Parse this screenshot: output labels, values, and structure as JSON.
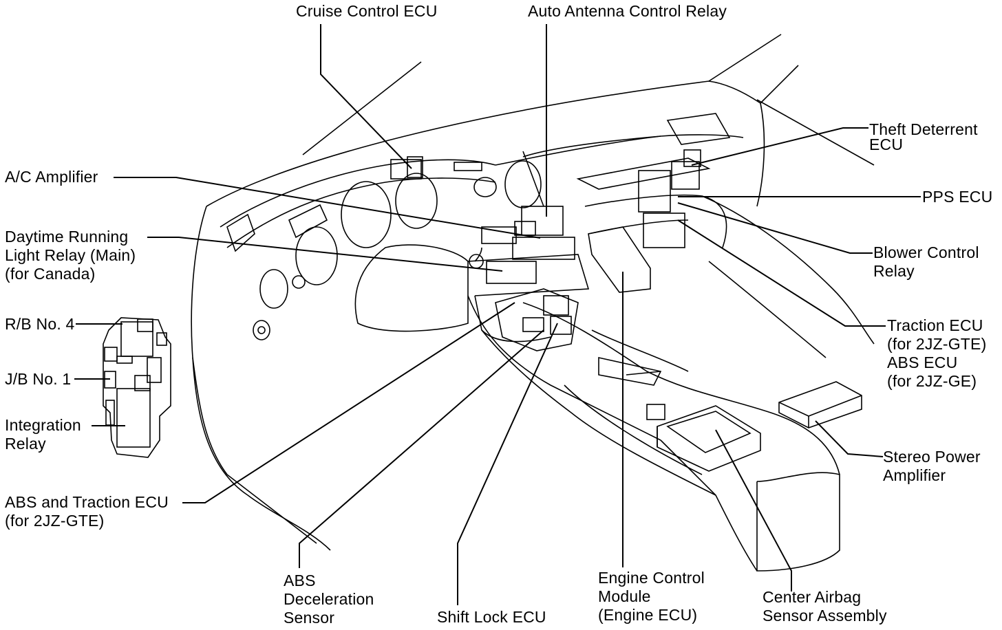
{
  "labels": {
    "cruise_control_ecu": "Cruise Control ECU",
    "auto_antenna_control_relay": "Auto Antenna Control Relay",
    "theft_deterrent_ecu": [
      "Theft Deterrent",
      "ECU"
    ],
    "pps_ecu": "PPS ECU",
    "blower_control_relay": [
      "Blower Control",
      "Relay"
    ],
    "traction_ecu": [
      "Traction ECU",
      "(for 2JZ-GTE)",
      "ABS ECU",
      "(for 2JZ-GE)"
    ],
    "stereo_power_amplifier": [
      "Stereo Power",
      "Amplifier"
    ],
    "ac_amplifier": "A/C Amplifier",
    "daytime_running_light_relay": [
      "Daytime Running",
      "Light Relay (Main)",
      "(for Canada)"
    ],
    "rb_no4": "R/B No. 4",
    "jb_no1": "J/B No. 1",
    "integration_relay": [
      "Integration",
      "Relay"
    ],
    "abs_traction_ecu": [
      "ABS and Traction ECU",
      "(for 2JZ-GTE)"
    ],
    "abs_deceleration_sensor": [
      "ABS",
      "Deceleration",
      "Sensor"
    ],
    "shift_lock_ecu": "Shift Lock ECU",
    "engine_control_module": [
      "Engine Control",
      "Module",
      "(Engine ECU)"
    ],
    "center_airbag_sensor": [
      "Center Airbag",
      "Sensor Assembly"
    ]
  },
  "colors": {
    "ink": "#000000",
    "background": "#ffffff"
  }
}
